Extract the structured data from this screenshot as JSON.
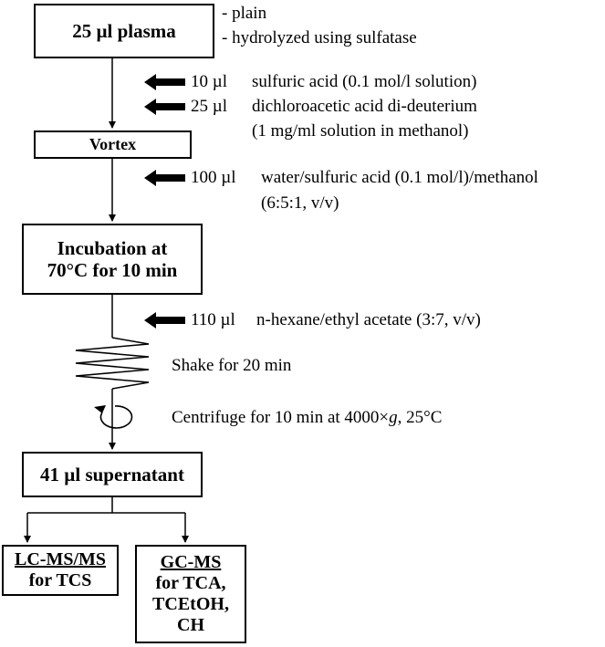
{
  "boxes": {
    "plasma": "25 µl plasma",
    "vortex": "Vortex",
    "incubation_line1": "Incubation at",
    "incubation_line2": "70°C for 10 min",
    "supernatant": "41 µl supernatant",
    "lcms_title": "LC-MS/MS",
    "lcms_target": "for TCS",
    "gcms_title": "GC-MS",
    "gcms_line1": "for TCA,",
    "gcms_line2": "TCEtOH,",
    "gcms_line3": "CH"
  },
  "plasma_options": [
    "- plain",
    "- hydrolyzed using sulfatase"
  ],
  "additions": {
    "sulfuric_amount": "10 µl",
    "sulfuric_text": "sulfuric acid (0.1 mol/l solution)",
    "dca_amount": "25 µl",
    "dca_text": "dichloroacetic acid di-deuterium",
    "dca_text2": "(1 mg/ml solution in methanol)",
    "water_amount": "100 µl",
    "water_text": "water/sulfuric acid (0.1 mol/l)/methanol",
    "water_text2": "(6:5:1, v/v)",
    "hexane_amount": "110 µl",
    "hexane_text": "n-hexane/ethyl acetate (3:7, v/v)"
  },
  "steps": {
    "shake": "Shake for 20 min",
    "centrifuge_prefix": "Centrifuge for 10 min at 4000×",
    "centrifuge_g": "g",
    "centrifuge_suffix": ",  25°C"
  }
}
